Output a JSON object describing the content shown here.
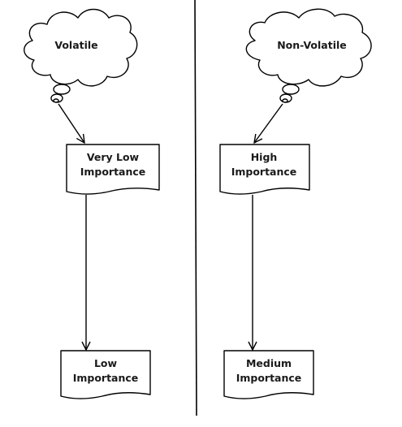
{
  "columns": {
    "left": {
      "cloud": "Volatile",
      "box_top": [
        "Very Low",
        "Importance"
      ],
      "box_bottom": [
        "Low",
        "Importance"
      ]
    },
    "right": {
      "cloud": "Non-Volatile",
      "box_top": [
        "High",
        "Importance"
      ],
      "box_bottom": [
        "Medium",
        "Importance"
      ]
    }
  }
}
